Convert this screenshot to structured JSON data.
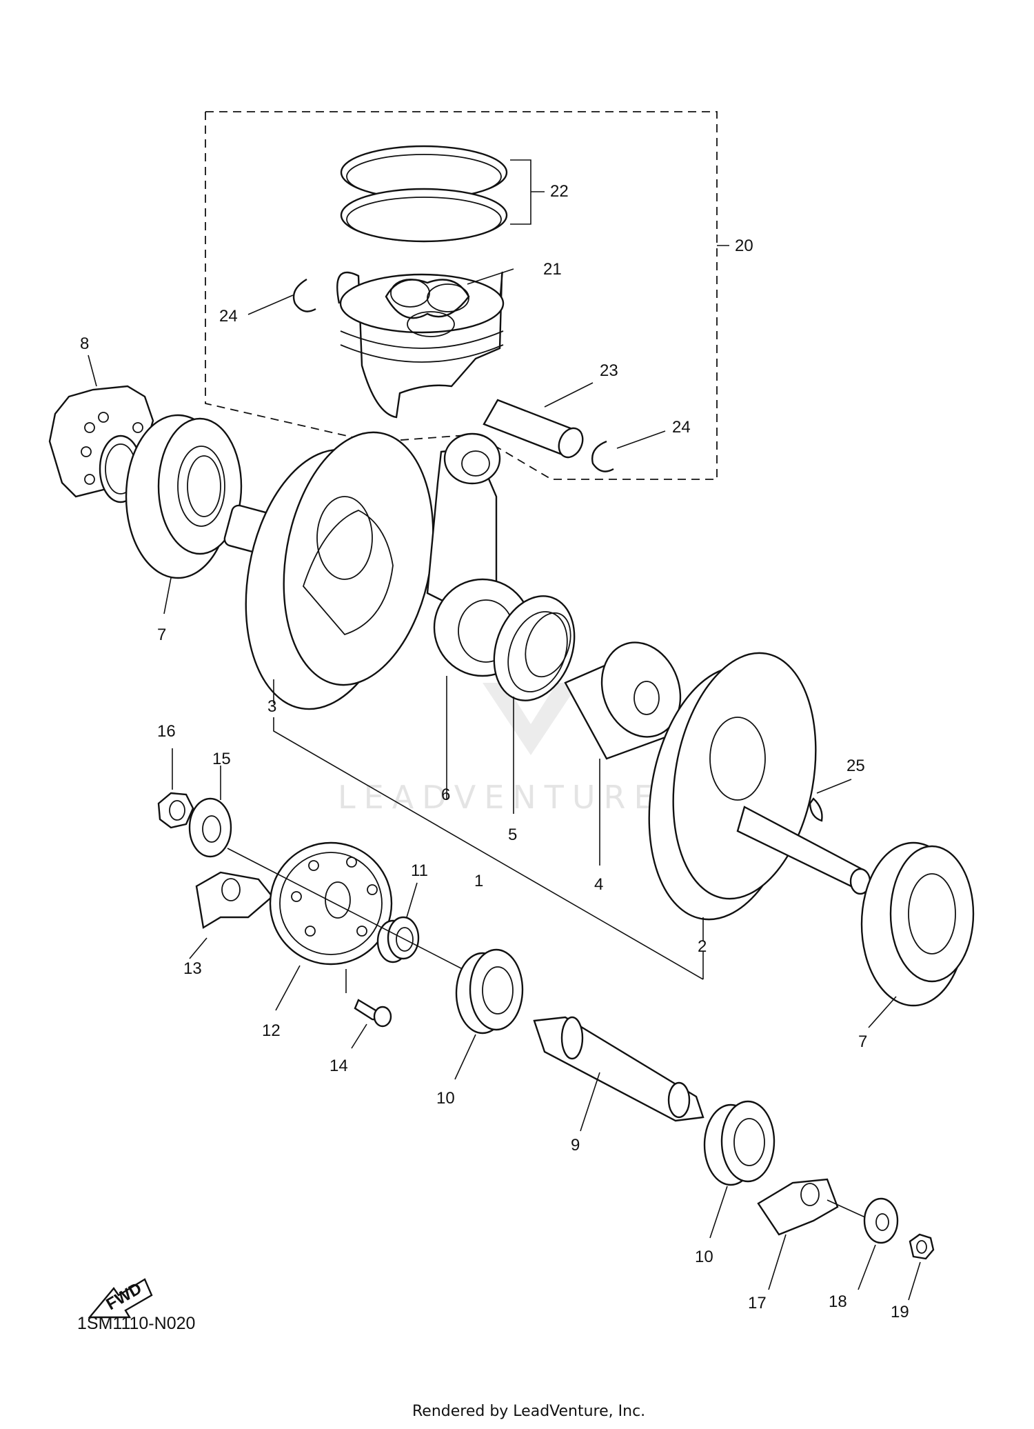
{
  "diagram": {
    "code": "1SM1110-N020",
    "credit": "Rendered by LeadVenture, Inc.",
    "watermark": "LEADVENTURE",
    "fwd_label": "FWD",
    "callouts": [
      "1",
      "2",
      "3",
      "4",
      "5",
      "6",
      "7",
      "7",
      "8",
      "9",
      "10",
      "10",
      "11",
      "12",
      "13",
      "14",
      "15",
      "16",
      "17",
      "18",
      "19",
      "20",
      "21",
      "22",
      "23",
      "24",
      "24",
      "25"
    ]
  }
}
